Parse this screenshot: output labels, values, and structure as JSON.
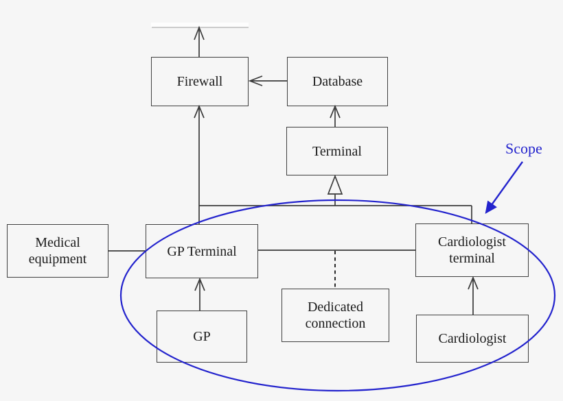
{
  "diagram": {
    "type": "system-architecture-diagram",
    "nodes": {
      "firewall": {
        "label": "Firewall"
      },
      "database": {
        "label": "Database"
      },
      "terminal": {
        "label": "Terminal"
      },
      "medical_equipment": {
        "label": "Medical equipment"
      },
      "gp_terminal": {
        "label": "GP Terminal"
      },
      "cardiologist_terminal": {
        "label": "Cardiologist terminal"
      },
      "gp": {
        "label": "GP"
      },
      "dedicated_connection": {
        "label": "Dedicated connection"
      },
      "cardiologist": {
        "label": "Cardiologist"
      }
    },
    "annotations": {
      "scope": {
        "label": "Scope",
        "color": "#2323cd",
        "points_to": "scope-ellipse"
      }
    },
    "edges": [
      {
        "from": "firewall",
        "to": "outside-top",
        "style": "open-arrow"
      },
      {
        "from": "database",
        "to": "firewall",
        "style": "open-arrow"
      },
      {
        "from": "terminal",
        "to": "database",
        "style": "open-arrow"
      },
      {
        "from": "gp_terminal",
        "to": "firewall",
        "style": "open-arrow"
      },
      {
        "from": "gp_terminal",
        "to": "terminal",
        "style": "generalization-hollow-triangle"
      },
      {
        "from": "cardiologist_terminal",
        "to": "terminal",
        "style": "generalization-hollow-triangle"
      },
      {
        "from": "medical_equipment",
        "to": "gp_terminal",
        "style": "plain-line"
      },
      {
        "from": "gp_terminal",
        "to": "cardiologist_terminal",
        "style": "plain-line"
      },
      {
        "from": "dedicated_connection",
        "to": "gp_terminal-cardiologist_terminal-link",
        "style": "dashed-line"
      },
      {
        "from": "gp",
        "to": "gp_terminal",
        "style": "open-arrow"
      },
      {
        "from": "cardiologist",
        "to": "cardiologist_terminal",
        "style": "open-arrow"
      }
    ],
    "scope_ellipse": {
      "contains": [
        "gp_terminal",
        "cardiologist_terminal",
        "gp",
        "dedicated_connection",
        "cardiologist"
      ],
      "color": "#2323cd"
    },
    "colors": {
      "background": "#f6f6f6",
      "box_border": "#3f3f3f",
      "line": "#3a3a3a",
      "accent_blue": "#2323cd",
      "text": "#1b1b1b",
      "faint_top_line": "#b0b0b0"
    }
  }
}
